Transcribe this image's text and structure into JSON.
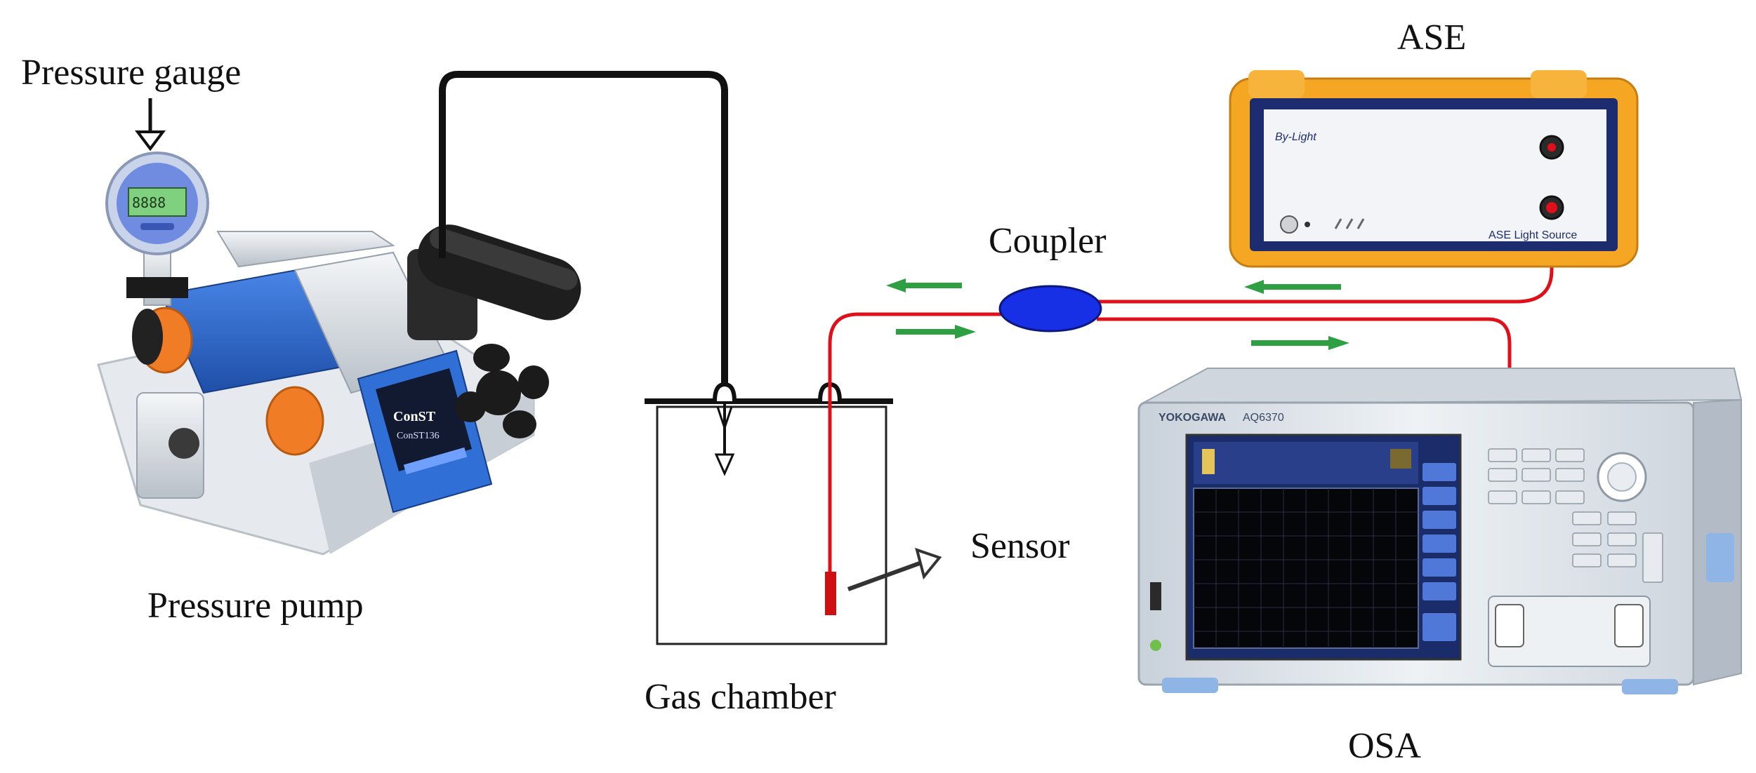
{
  "labels": {
    "pressure_gauge": "Pressure gauge",
    "pressure_pump": "Pressure pump",
    "gas_chamber": "Gas chamber",
    "sensor": "Sensor",
    "coupler": "Coupler",
    "ase": "ASE",
    "osa": "OSA"
  },
  "device_text": {
    "ase_brand": "By-Light",
    "ase_model": "ASE Light Source",
    "osa_brand": "YOKOGAWA",
    "osa_model": "AQ6370",
    "pump_brand": "ConST",
    "pump_model": "ConST136"
  },
  "colors": {
    "fiber": "#e0101a",
    "flow_arrow": "#2ea043",
    "coupler": "#1730e6",
    "gas_pipe": "#111111",
    "ase_frame": "#f5a623",
    "osa_body": "#dde3ea",
    "pump_body": "#2f6fd6",
    "pump_knob": "#f07d25"
  }
}
